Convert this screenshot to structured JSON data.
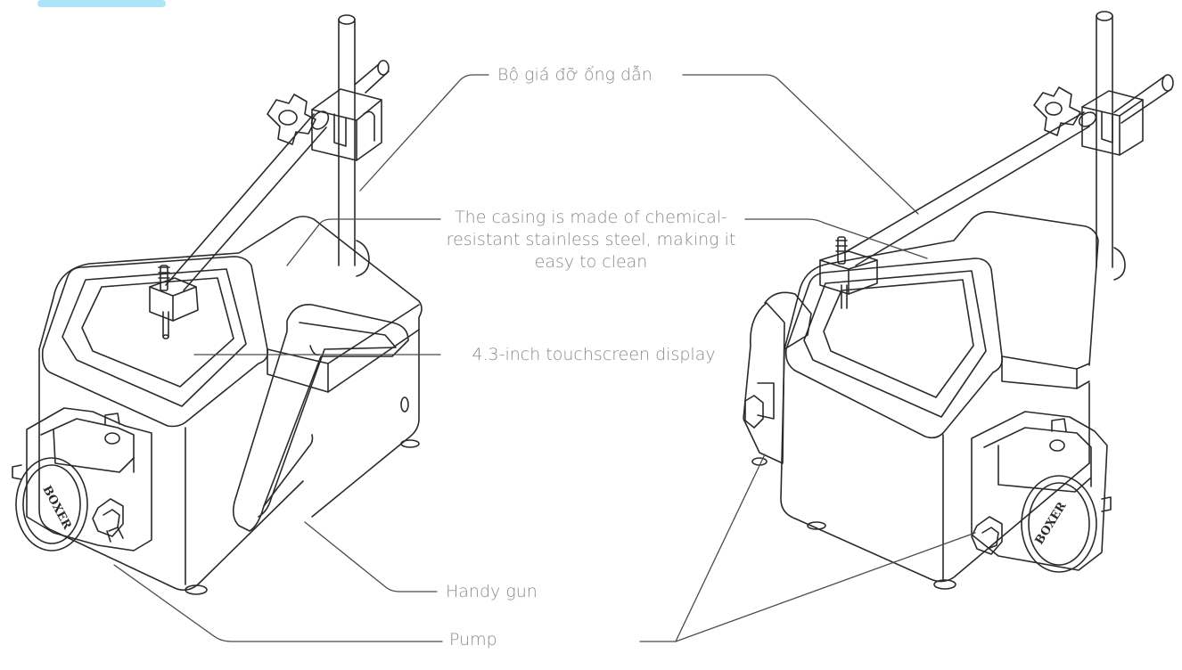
{
  "colors": {
    "accent": "#aee4f7",
    "line": "#2a2a2a",
    "leader": "#4a4a4a",
    "text": "#8a8a8a"
  },
  "labels": {
    "tube_holder": "Bộ giá đỡ ống dẫn",
    "casing": "The casing is made of chemical-resistant stainless steel, making it easy to clean",
    "touchscreen": "4.3-inch touchscreen display",
    "handy_gun": "Handy gun",
    "pump": "Pump"
  },
  "brand": {
    "left_pump_logo": "BOXER",
    "right_pump_logo": "BOXER"
  }
}
